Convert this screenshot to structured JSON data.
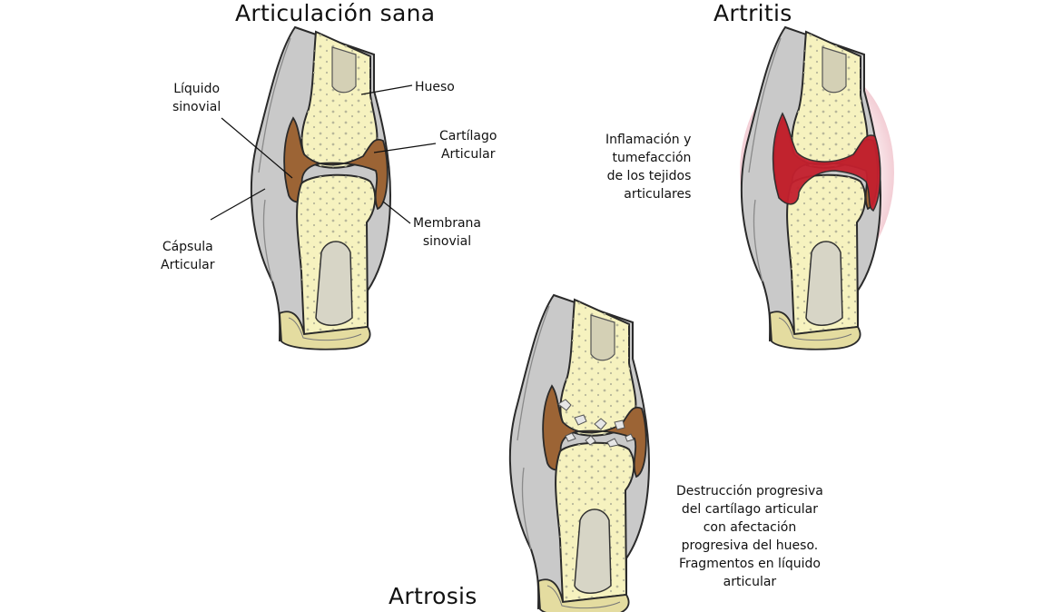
{
  "titles": {
    "healthy": "Articulación sana",
    "arthritis": "Artritis",
    "arthrosis": "Artrosis"
  },
  "labels": {
    "liquid": [
      "Líquido",
      "sinovial"
    ],
    "bone": "Hueso",
    "cartilage": [
      "Cartílago",
      "Articular"
    ],
    "membrane": [
      "Membrana",
      "sinovial"
    ],
    "capsule": [
      "Cápsula",
      "Articular"
    ],
    "arthritis_note": [
      "Inflamación y",
      "tumefacción",
      "de los tejidos",
      "articulares"
    ],
    "arthrosis_note": [
      "Destrucción progresiva",
      "del cartílago articular",
      "con afectación",
      "progresiva del hueso.",
      "Fragmentos en líquido",
      "articular"
    ]
  },
  "colors": {
    "capsule": "#c9c9c9",
    "bone": "#f6f2bf",
    "cortex": "#e4dca0",
    "cartilage": "#9c6435",
    "inflammation": "#c4202e",
    "outline": "#2a2a2a"
  }
}
